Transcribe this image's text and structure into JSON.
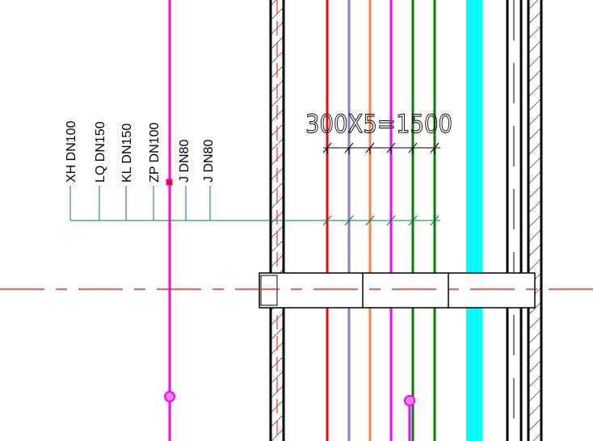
{
  "drawing": {
    "pipe_labels": [
      "XH DN100",
      "LQ DN150",
      "KL DN150",
      "ZP DN100",
      "J DN80",
      "J DN80"
    ],
    "dimension_text": "300X5=1500",
    "pipe_colors": [
      "#ff0000",
      "#8080c8",
      "#ff8040",
      "#ff00ff",
      "#008000",
      "#008000"
    ],
    "colors": {
      "riser": "#ff00ff",
      "leader": "#007a3d",
      "centerline": "#ff0000",
      "duct": "#00ffff",
      "wall": "#000000"
    }
  }
}
